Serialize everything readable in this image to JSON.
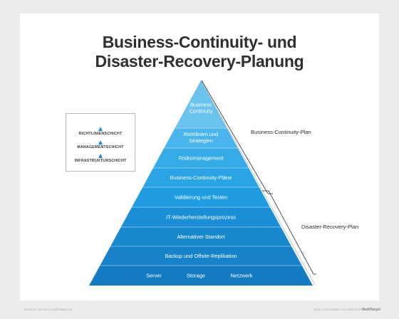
{
  "title_line1": "Business-Continuity- und",
  "title_line2": "Disaster-Recovery-Planung",
  "legend": {
    "item1": "RICHTLINIENSCHICHT",
    "item2": "MANAGEMENTSCHICHT",
    "item3": "INFRASTRUKTURSCHICHT"
  },
  "layers": [
    {
      "line1": "Business",
      "line2": "Continuity",
      "color": "#6ac2ee"
    },
    {
      "line1": "Richtlinien und",
      "line2": "Strategien",
      "color": "#4ab5ec"
    },
    {
      "line1": "Risikomanagement",
      "color": "#35abe8"
    },
    {
      "line1": "Business-Continuity-Pläne",
      "color": "#2aa4e5"
    },
    {
      "line1": "Validierung und Testen",
      "color": "#1f9de2"
    },
    {
      "line1": "IT-Wiederherstellungsprozess",
      "color": "#1b8fd5"
    },
    {
      "line1": "Alternativer Standort",
      "color": "#1889cf"
    },
    {
      "line1": "Backup und Offsite-Replikation",
      "color": "#1682c9"
    },
    {
      "items": [
        "Server",
        "Storage",
        "Netzwerk"
      ],
      "color": "#137bc2"
    }
  ],
  "side_labels": {
    "bcp": "Business-Continuity-Plan",
    "drp": "Disaster-Recovery-Plan"
  },
  "footer": {
    "left": "SOURCE: ICS DATA & INFORMATION",
    "right": "©2021 TECHTARGET. ALL RIGHTS RESERVED",
    "brand": "TechTarget"
  }
}
